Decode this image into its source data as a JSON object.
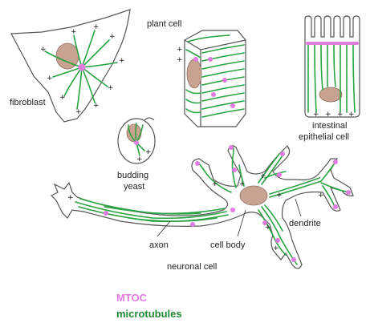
{
  "labels": {
    "fibroblast": "fibroblast",
    "plant_cell": "plant cell",
    "intestinal_line1": "intestinal",
    "intestinal_line2": "epithelial cell",
    "yeast_line1": "budding",
    "yeast_line2": "yeast",
    "dendrite": "dendrite",
    "axon": "axon",
    "cell_body": "cell body",
    "neuronal_cell": "neuronal cell"
  },
  "plus_sign": "+",
  "legend": {
    "mtoc": "MTOC",
    "microtubules": "microtubules"
  },
  "colors": {
    "mtoc": "#e07be0",
    "microtubules": "#2aa342",
    "nucleus": "#c9a391",
    "outline": "#555555"
  }
}
